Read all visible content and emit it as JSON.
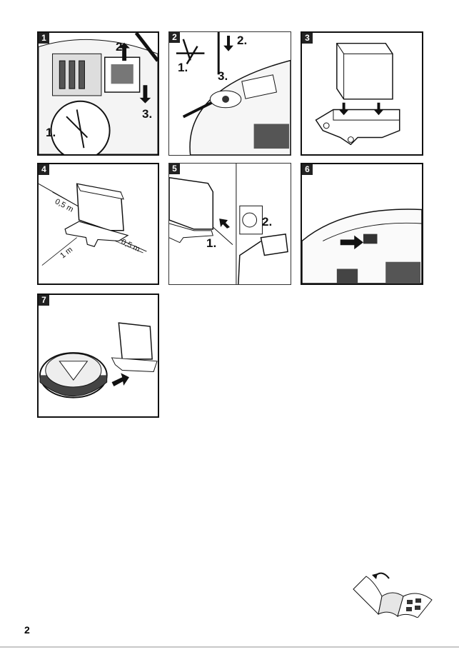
{
  "panels": [
    {
      "number": "1",
      "callouts": [
        "1.",
        "2.",
        "3."
      ]
    },
    {
      "number": "2",
      "callouts": [
        "1.",
        "2.",
        "3."
      ]
    },
    {
      "number": "3"
    },
    {
      "number": "4",
      "dimensions": [
        "0,5 m",
        "0,5 m",
        "1 m"
      ]
    },
    {
      "number": "5",
      "callouts": [
        "1.",
        "2."
      ]
    },
    {
      "number": "6"
    },
    {
      "number": "7"
    }
  ],
  "page_number": "2"
}
